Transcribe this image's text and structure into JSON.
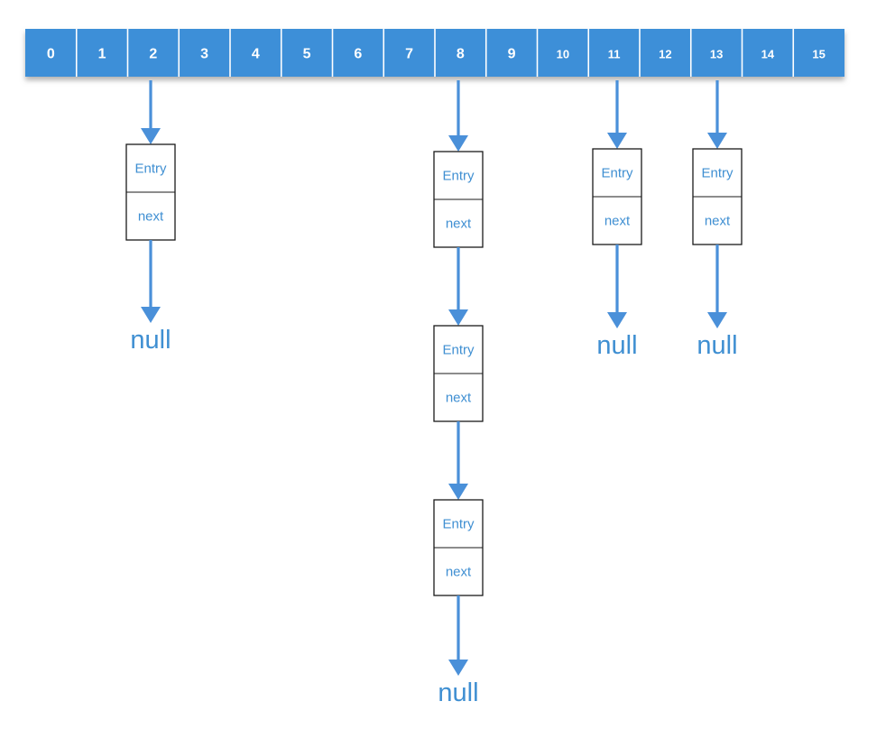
{
  "colors": {
    "array_fill": "#3d8fd8",
    "array_divider": "#ffffff",
    "array_shadow": "#b9b9b9",
    "arrow": "#4a90d9",
    "node_border": "#1a1a1a",
    "text_blue": "#3f8fd2"
  },
  "array": {
    "indices": [
      "0",
      "1",
      "2",
      "3",
      "4",
      "5",
      "6",
      "7",
      "8",
      "9",
      "10",
      "11",
      "12",
      "13",
      "14",
      "15"
    ]
  },
  "chains": [
    {
      "bucket": "2",
      "nodes": [
        {
          "entry_label": "Entry",
          "next_label": "next"
        }
      ],
      "terminal": "null"
    },
    {
      "bucket": "8",
      "nodes": [
        {
          "entry_label": "Entry",
          "next_label": "next"
        },
        {
          "entry_label": "Entry",
          "next_label": "next"
        },
        {
          "entry_label": "Entry",
          "next_label": "next"
        }
      ],
      "terminal": "null"
    },
    {
      "bucket": "11",
      "nodes": [
        {
          "entry_label": "Entry",
          "next_label": "next"
        }
      ],
      "terminal": "null"
    },
    {
      "bucket": "13",
      "nodes": [
        {
          "entry_label": "Entry",
          "next_label": "next"
        }
      ],
      "terminal": "null"
    }
  ]
}
